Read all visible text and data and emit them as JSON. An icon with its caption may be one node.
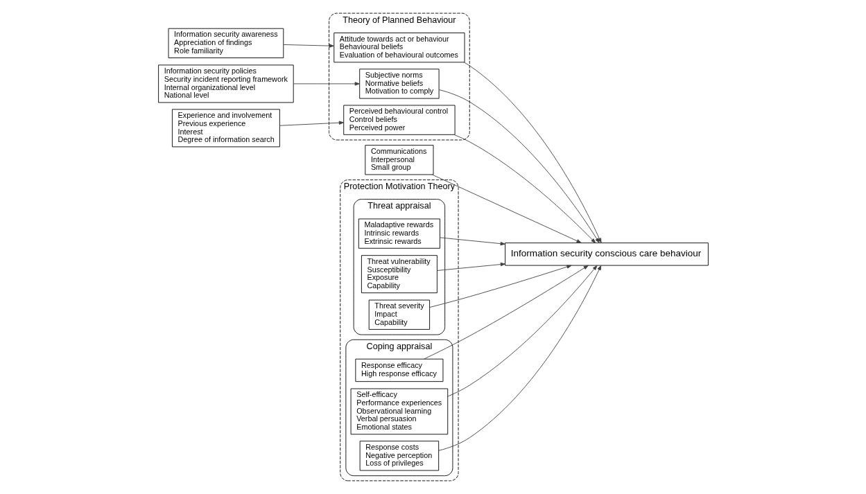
{
  "diagram": {
    "nodes": [
      {
        "text": [
          "Information security awareness",
          "Appreciation of findings",
          "Role familiarity"
        ]
      },
      {
        "text": [
          "Information security policies",
          "Security incident reporting framework",
          "Internal organizational level",
          "National level"
        ]
      },
      {
        "text": [
          "Experience and involvement",
          "Previous experience",
          "Interest",
          "Degree of information search"
        ]
      },
      {
        "text": [
          "Theory of Planned Behaviour"
        ]
      },
      {
        "text": [
          "Attitude towards act or behaviour",
          "Behavioural beliefs",
          "Evaluation of behavioural outcomes"
        ],
        "in": 3
      },
      {
        "text": [
          "Subjective norms",
          "Normative beliefs",
          "Motivation to comply"
        ],
        "in": 3
      },
      {
        "text": [
          "Perceived behavioural control",
          "Control beliefs",
          "Perceived power"
        ],
        "in": 3
      },
      {
        "text": [
          "Communications",
          "Interpersonal",
          "Small group"
        ]
      },
      {
        "text": [
          "Information security conscious care behaviour"
        ]
      },
      {
        "text": [
          "Protection Motivation Theory"
        ]
      },
      {
        "text": [
          "Threat appraisal"
        ],
        "in": 9
      },
      {
        "text": [
          "Maladaptive rewards",
          "Intrinsic rewards",
          "Extrinsic rewards"
        ],
        "in": 10
      },
      {
        "text": [
          "Threat vulnerability",
          "Susceptibility",
          "Exposure",
          "Capability"
        ],
        "in": 10
      },
      {
        "text": [
          "Threat severity",
          "Impact",
          "Capability"
        ],
        "in": 10
      },
      {
        "text": [
          "Coping appraisal"
        ],
        "in": 9
      },
      {
        "text": [
          "Response efficacy",
          "High response efficacy"
        ],
        "in": 14
      },
      {
        "text": [
          "Self-efficacy",
          "Performance experiences",
          "Observational learning",
          "Verbal persuasion",
          "Emotional states"
        ],
        "in": 14
      },
      {
        "text": [
          "Response costs",
          "Negative perception",
          "Loss of privileges"
        ],
        "in": 14
      }
    ],
    "edges": [
      {
        "from": 0,
        "to": 4,
        "arrow": "to"
      },
      {
        "from": 1,
        "to": 5,
        "arrow": "to"
      },
      {
        "from": 2,
        "to": 6,
        "arrow": "to"
      },
      {
        "from": 4,
        "to": 8,
        "arrow": "to"
      },
      {
        "from": 5,
        "to": 8,
        "arrow": "to"
      },
      {
        "from": 6,
        "to": 8,
        "arrow": "to"
      },
      {
        "from": 7,
        "to": 8,
        "arrow": "to"
      },
      {
        "from": 11,
        "to": 8,
        "arrow": "to"
      },
      {
        "from": 12,
        "to": 8,
        "arrow": "to"
      },
      {
        "from": 13,
        "to": 8,
        "arrow": "to"
      },
      {
        "from": 15,
        "to": 8,
        "arrow": "to"
      },
      {
        "from": 16,
        "to": 8,
        "arrow": "to"
      },
      {
        "from": 17,
        "to": 8,
        "arrow": "to"
      }
    ]
  }
}
